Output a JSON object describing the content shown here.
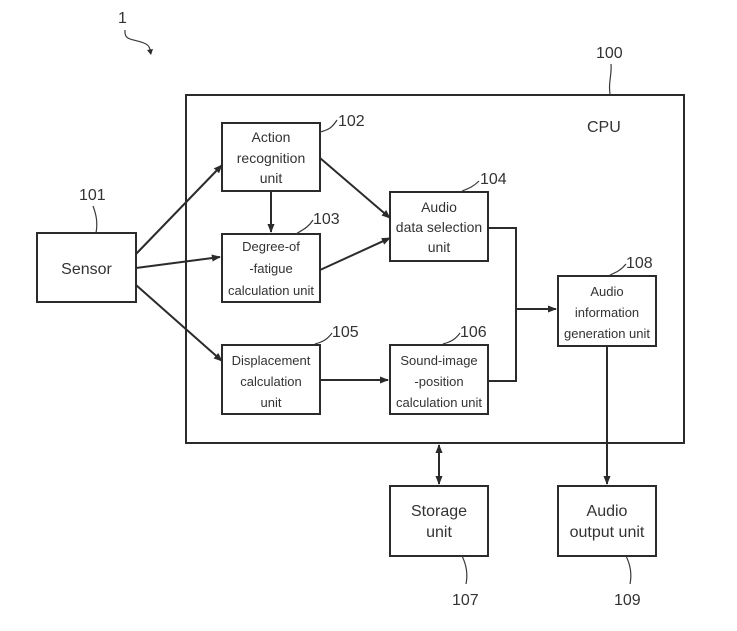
{
  "diagram": {
    "system_ref": "1",
    "cpu": {
      "ref": "100",
      "label": "CPU"
    },
    "blocks": {
      "sensor": {
        "ref": "101",
        "lines": [
          "Sensor"
        ]
      },
      "action_recognition": {
        "ref": "102",
        "lines": [
          "Action",
          "recognition",
          "unit"
        ]
      },
      "degree_of_fatigue": {
        "ref": "103",
        "lines": [
          "Degree-of",
          "-fatigue",
          "calculation unit"
        ]
      },
      "audio_data_selection": {
        "ref": "104",
        "lines": [
          "Audio",
          "data selection",
          "unit"
        ]
      },
      "displacement": {
        "ref": "105",
        "lines": [
          "Displacement",
          "calculation",
          "unit"
        ]
      },
      "sound_image_position": {
        "ref": "106",
        "lines": [
          "Sound-image",
          "-position",
          "calculation unit"
        ]
      },
      "storage": {
        "ref": "107",
        "lines": [
          "Storage",
          "unit"
        ]
      },
      "audio_info_generation": {
        "ref": "108",
        "lines": [
          "Audio",
          "information",
          "generation unit"
        ]
      },
      "audio_output": {
        "ref": "109",
        "lines": [
          "Audio",
          "output unit"
        ]
      }
    },
    "connections": [
      {
        "from": "sensor",
        "to": "action_recognition",
        "direction": "forward"
      },
      {
        "from": "sensor",
        "to": "degree_of_fatigue",
        "direction": "forward"
      },
      {
        "from": "sensor",
        "to": "displacement",
        "direction": "forward"
      },
      {
        "from": "action_recognition",
        "to": "degree_of_fatigue",
        "direction": "forward"
      },
      {
        "from": "action_recognition",
        "to": "audio_data_selection",
        "direction": "forward"
      },
      {
        "from": "degree_of_fatigue",
        "to": "audio_data_selection",
        "direction": "forward"
      },
      {
        "from": "displacement",
        "to": "sound_image_position",
        "direction": "forward"
      },
      {
        "from": "audio_data_selection",
        "to": "audio_info_generation",
        "direction": "forward"
      },
      {
        "from": "sound_image_position",
        "to": "audio_info_generation",
        "direction": "forward"
      },
      {
        "from": "cpu",
        "to": "storage",
        "direction": "bidirectional"
      },
      {
        "from": "audio_info_generation",
        "to": "audio_output",
        "direction": "forward"
      }
    ]
  }
}
